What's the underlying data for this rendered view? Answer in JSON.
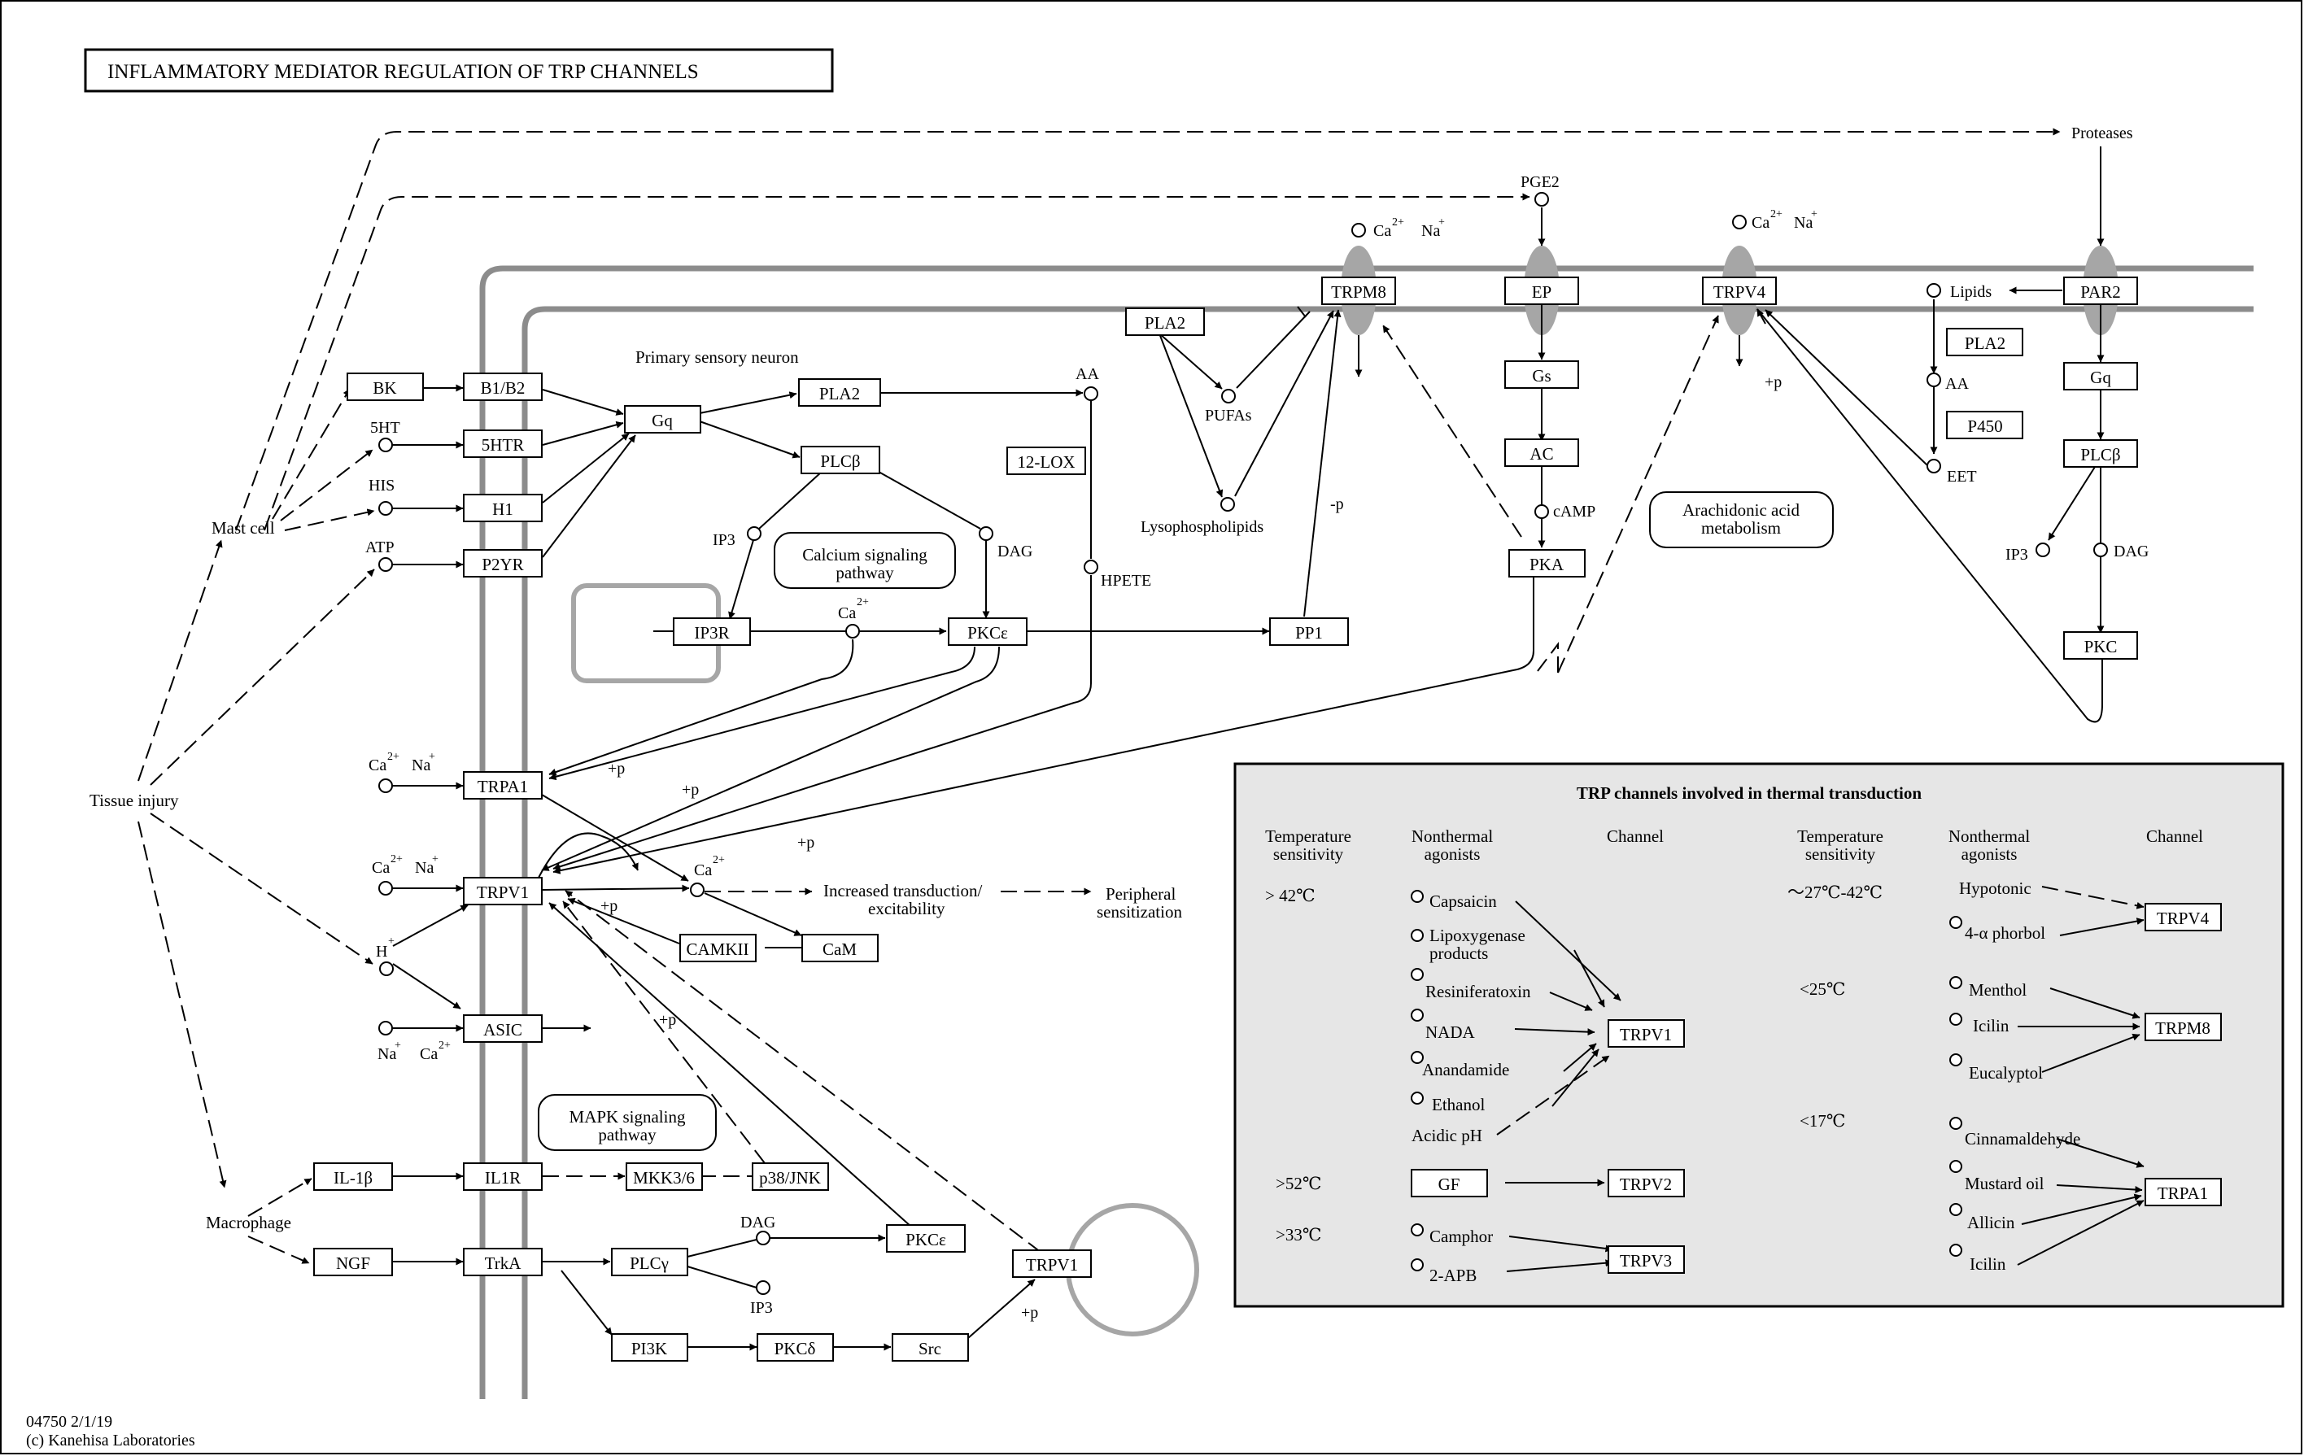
{
  "title": "INFLAMMATORY  MEDIATOR  REGULATION  OF TRP CHANNELS",
  "footer": {
    "map_id": "04750 2/1/19",
    "copyright": "(c) Kanehisa Laboratories"
  },
  "text_labels": {
    "mast_cell": "Mast cell",
    "tissue_injury": "Tissue injury",
    "macrophage": "Macrophage",
    "primary_sensory_neuron": "Primary sensory neuron",
    "increased_transduction_1": "Increased transduction/",
    "increased_transduction_2": "excitability",
    "peripheral_sensitization_1": "Peripheral",
    "peripheral_sensitization_2": "sensitization",
    "p_plus_1": "+p",
    "p_plus_2": "+p",
    "p_plus_3": "+p",
    "p_plus_4": "+p",
    "p_plus_5": "+p",
    "p_plus_6": "+p",
    "p_plus_7": "+p",
    "p_minus": "-p"
  },
  "compounds": {
    "5ht": "5HT",
    "his": "HIS",
    "atp": "ATP",
    "aa_left": "AA",
    "hpete": "HPETE",
    "ip3_top": "IP3",
    "dag_top": "DAG",
    "ca_mid": "Ca",
    "pufas": "PUFAs",
    "lysophospholipids": "Lysophospholipids",
    "pge2": "PGE2",
    "camp": "cAMP",
    "lipids": "Lipids",
    "aa_right": "AA",
    "eet": "EET",
    "proteases": "Proteases",
    "ip3_right": "IP3",
    "dag_right": "DAG",
    "dag_bottom": "DAG",
    "ip3_bottom": "IP3",
    "h_ion": "H",
    "ca_trpv1": "Ca",
    "ca_trpa1_left": "Ca",
    "na_trpa1_left": "Na",
    "ca_trpv1_left": "Ca",
    "na_trpv1_left": "Na",
    "na_asic": "Na",
    "ca_asic": "Ca",
    "ca_trpm8": "Ca",
    "na_trpm8": "Na",
    "ca_trpv4": "Ca",
    "na_trpv4": "Na",
    "sup_2plus": "2+",
    "sup_plus": "+"
  },
  "genes": {
    "bk": "BK",
    "b1b2": "B1/B2",
    "5htr": "5HTR",
    "h1": "H1",
    "p2yr": "P2YR",
    "gq_left": "Gq",
    "pla2_top": "PLA2",
    "plcb_top": "PLCβ",
    "ip3r": "IP3R",
    "pkce_mid": "PKCε",
    "pp1": "PP1",
    "lox12": "12-LOX",
    "pla2_mid": "PLA2",
    "trpm8": "TRPM8",
    "ep": "EP",
    "gs": "Gs",
    "ac": "AC",
    "pka": "PKA",
    "trpv4": "TRPV4",
    "par2": "PAR2",
    "pla2_right": "PLA2",
    "p450": "P450",
    "gq_right": "Gq",
    "plcb_right": "PLCβ",
    "pkc_right": "PKC",
    "trpa1": "TRPA1",
    "trpv1": "TRPV1",
    "asic": "ASIC",
    "camkii": "CAMKII",
    "cam": "CaM",
    "il1b": "IL-1β",
    "il1r": "IL1R",
    "mkk36": "MKK3/6",
    "p38jnk": "p38/JNK",
    "ngf": "NGF",
    "trka": "TrkA",
    "plcg": "PLCγ",
    "pkce_bottom": "PKCε",
    "trpv1_bottom": "TRPV1",
    "pi3k": "PI3K",
    "pkcd": "PKCδ",
    "src": "Src"
  },
  "pathway_links": {
    "calcium_1": "Calcium signaling",
    "calcium_2": "pathway",
    "mapk_1": "MAPK signaling",
    "mapk_2": "pathway",
    "arachidonic_1": "Arachidonic acid",
    "arachidonic_2": "metabolism"
  },
  "thermal_panel": {
    "title": "TRP channels involved in thermal transduction",
    "headers": {
      "temp_1": "Temperature",
      "temp_2": "sensitivity",
      "agonist_1": "Nonthermal",
      "agonist_2": "agonists",
      "channel": "Channel",
      "temp_1b": "Temperature",
      "temp_2b": "sensitivity",
      "agonist_1b": "Nonthermal",
      "agonist_2b": "agonists",
      "channel_b": "Channel"
    },
    "temps": {
      "gt42": "> 42℃",
      "gt52": ">52℃",
      "gt33": ">33℃",
      "r27_42": "～27℃-42℃",
      "lt25": "<25℃",
      "lt17": "<17℃"
    },
    "agonists": {
      "capsaicin": "Capsaicin",
      "lipox_1": "Lipoxygenase",
      "lipox_2": "products",
      "resiniferatoxin": "Resiniferatoxin",
      "nada": "NADA",
      "anandamide": "Anandamide",
      "ethanol": "Ethanol",
      "acidic_ph": "Acidic pH",
      "gf": "GF",
      "camphor": "Camphor",
      "apb": "2-APB",
      "hypotonic": "Hypotonic",
      "phorbol": "4-α phorbol",
      "menthol": "Menthol",
      "icilin_1": "Icilin",
      "eucalyptol": "Eucalyptol",
      "cinnamaldehyde": "Cinnamaldehyde",
      "mustard_oil": "Mustard oil",
      "allicin": "Allicin",
      "icilin_2": "Icilin"
    },
    "channels": {
      "trpv1": "TRPV1",
      "trpv2": "TRPV2",
      "trpv3": "TRPV3",
      "trpv4": "TRPV4",
      "trpm8": "TRPM8",
      "trpa1": "TRPA1"
    }
  }
}
